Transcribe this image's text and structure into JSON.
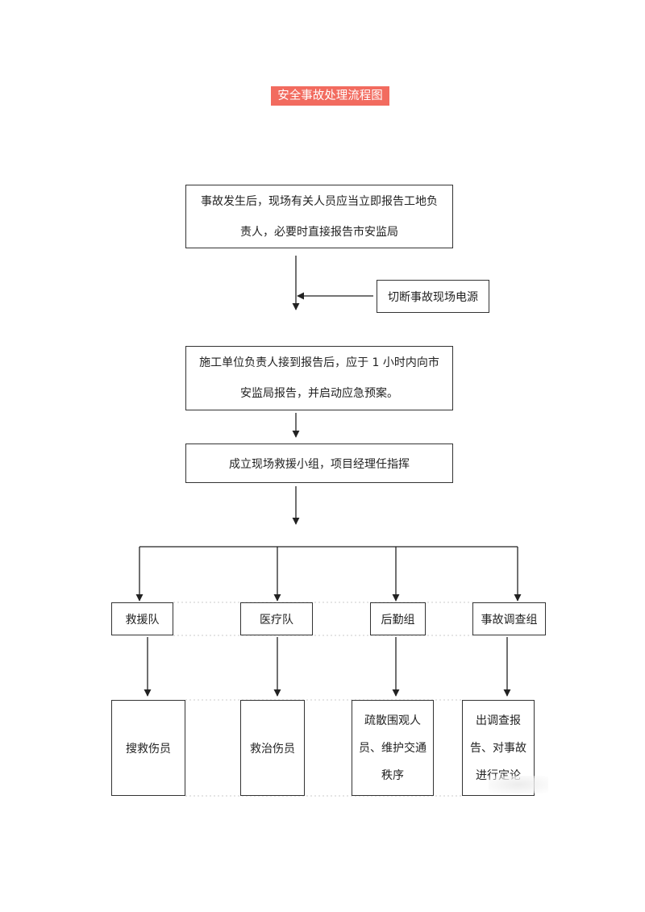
{
  "title": "安全事故处理流程图",
  "colors": {
    "title_bg": "#f26b5f",
    "title_text": "#ffffff",
    "line": "#222222"
  },
  "steps": {
    "report_line1": "事故发生后，现场有关人员应当立即报告工地负",
    "report_line2": "责人，必要时直接报告市安监局",
    "cut_power": "切断事故现场电源",
    "unit_line1": "施工单位负责人接到报告后，应于 1 小时内向市",
    "unit_line2": "安监局报告，并启动应急预案。",
    "team": "成立现场救援小组，项目经理任指挥"
  },
  "groups": [
    {
      "name": "救援队",
      "task": [
        "搜救伤员"
      ]
    },
    {
      "name": "医疗队",
      "task": [
        "救治伤员"
      ]
    },
    {
      "name": "后勤组",
      "task": [
        "疏散围观人",
        "员、维护交通",
        "秩序"
      ]
    },
    {
      "name": "事故调查组",
      "task": [
        "出调查报",
        "告、对事故",
        "进行定论"
      ]
    }
  ]
}
